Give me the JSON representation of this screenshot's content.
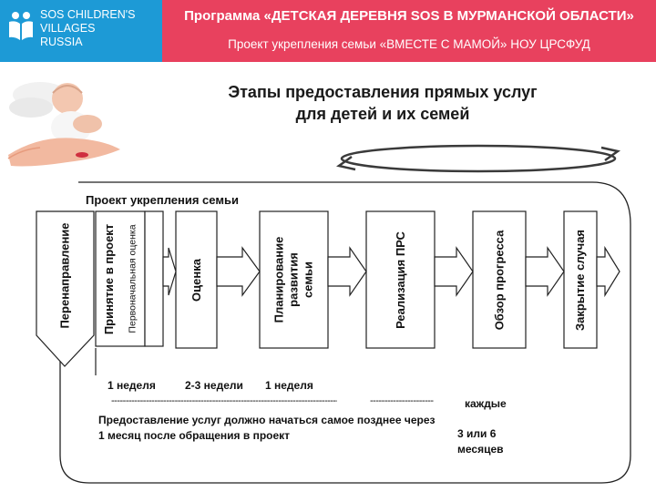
{
  "header": {
    "logo_lines": [
      "SOS CHILDREN'S",
      "VILLAGES",
      "RUSSIA"
    ],
    "title": "Программа «ДЕТСКАЯ ДЕРЕВНЯ SOS В МУРМАНСКОЙ ОБЛАСТИ»",
    "subtitle": "Проект укрепления семьи «ВМЕСТЕ С МАМОЙ» НОУ ЦРСФУД",
    "brand_color": "#1d9ad6",
    "accent_color": "#e8415e"
  },
  "main_title": {
    "line1": "Этапы предоставления прямых услуг",
    "line2": "для детей и их семей"
  },
  "icons": [
    "baby-on-hand-image",
    "cycle-arrow-icon"
  ],
  "diagram": {
    "project_label": "Проект укрепления семьи",
    "side_label": "Перенаправление",
    "stages": [
      "Принятие в проект",
      "Первоначальная оценка",
      "Оценка",
      "Планирование развития семьи",
      "Реализация ПРС",
      "Обзор прогресса",
      "Закрытие случая"
    ]
  },
  "timeline": {
    "week1": "1 неделя",
    "weeks23": "2-3 недели",
    "week1b": "1 неделя",
    "every": "каждые",
    "note_line1": "Предоставление услуг должно начаться самое позднее через",
    "note_line2": "1 месяц после обращения в проект",
    "months_line1": "3 или 6",
    "months_line2": "месяцев"
  }
}
